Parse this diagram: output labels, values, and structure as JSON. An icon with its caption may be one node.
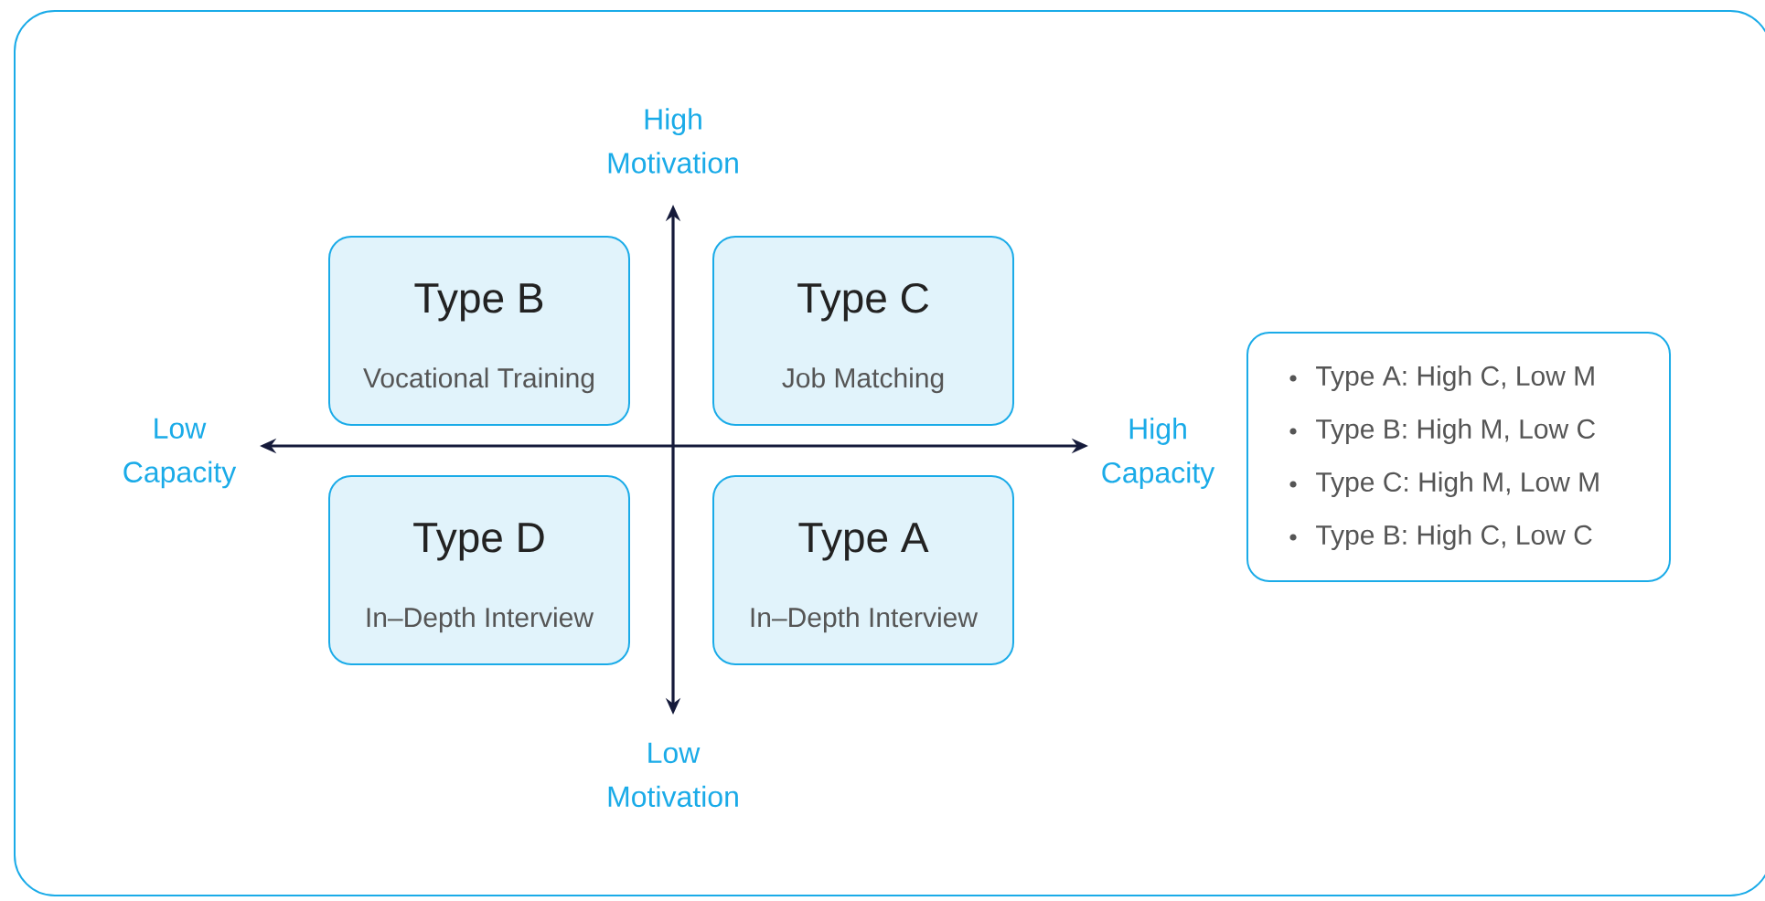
{
  "diagram": {
    "nodes": [
      {
        "text": [
          "Type B",
          "Vocational Training"
        ]
      },
      {
        "text": [
          "Type C",
          "Job Matching"
        ]
      },
      {
        "text": [
          "Type D",
          "In–Depth Interview"
        ]
      },
      {
        "text": [
          "Type A",
          "In–Depth Interview"
        ]
      },
      {
        "text": [
          "Type A: High C, Low M",
          "Type B: High M, Low C",
          "Type C: High M, Low M",
          "Type B: High C, Low C"
        ]
      }
    ],
    "labels": [
      "High Motivation",
      "Low Capacity",
      "High Capacity",
      "Low Motivation"
    ]
  }
}
